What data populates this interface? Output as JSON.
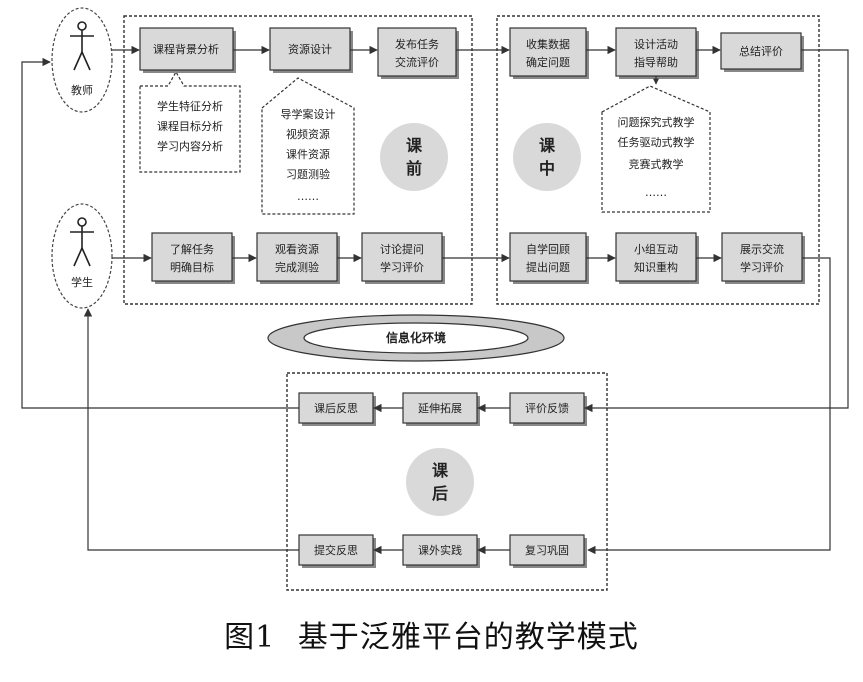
{
  "actors": {
    "teacher": "教师",
    "student": "学生"
  },
  "pre_class": {
    "label": [
      "课",
      "前"
    ],
    "teacher_steps": [
      "课程背景分析",
      "资源设计",
      [
        "发布任务",
        "交流评价"
      ]
    ],
    "analysis": [
      "学生特征分析",
      "课程目标分析",
      "学习内容分析"
    ],
    "resources": [
      "导学案设计",
      "视频资源",
      "课件资源",
      "习题测验",
      "……"
    ],
    "student_steps": [
      [
        "了解任务",
        "明确目标"
      ],
      [
        "观看资源",
        "完成测验"
      ],
      [
        "讨论提问",
        "学习评价"
      ]
    ]
  },
  "in_class": {
    "label": [
      "课",
      "中"
    ],
    "teacher_steps": [
      [
        "收集数据",
        "确定问题"
      ],
      [
        "设计活动",
        "指导帮助"
      ],
      "总结评价"
    ],
    "methods": [
      "问题探究式教学",
      "任务驱动式教学",
      "竞赛式教学",
      "……"
    ],
    "student_steps": [
      [
        "自学回顾",
        "提出问题"
      ],
      [
        "小组互动",
        "知识重构"
      ],
      [
        "展示交流",
        "学习评价"
      ]
    ]
  },
  "environment": "信息化环境",
  "post_class": {
    "label": [
      "课",
      "后"
    ],
    "teacher_steps": [
      "课后反思",
      "延伸拓展",
      "评价反馈"
    ],
    "student_steps": [
      "提交反思",
      "课外实践",
      "复习巩固"
    ]
  },
  "caption": {
    "number": "图1",
    "title": "基于泛雅平台的教学模式"
  }
}
